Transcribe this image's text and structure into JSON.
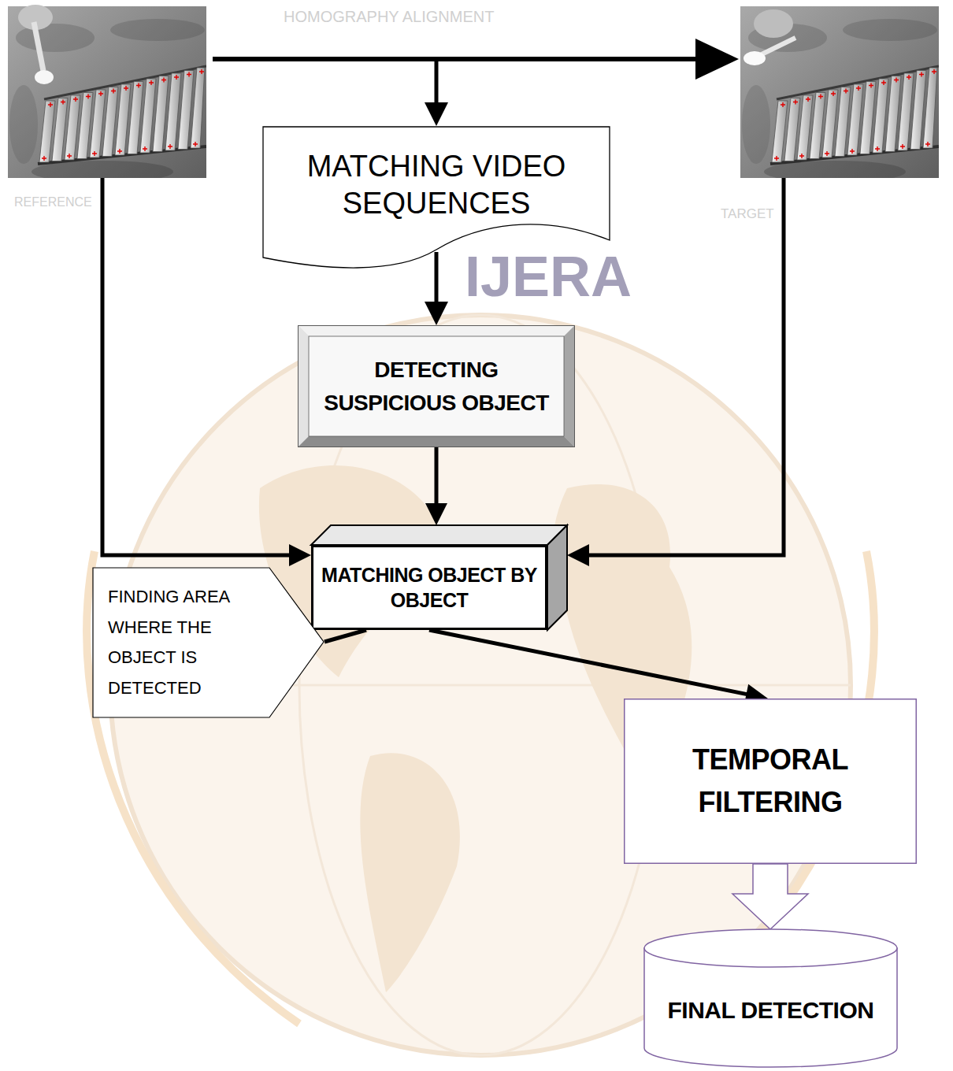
{
  "diagram": {
    "nodes": [
      {
        "text": [
          "REFERENCE"
        ]
      },
      {
        "text": [
          "TARGET"
        ]
      },
      {
        "text": [
          "MATCHING VIDEO SEQUENCES"
        ]
      },
      {
        "text": [
          "DETECTING SUSPICIOUS OBJECT"
        ]
      },
      {
        "text": [
          "MATCHING OBJECT BY OBJECT"
        ]
      },
      {
        "text": [
          "FINDING AREA WHERE THE OBJECT IS DETECTED"
        ]
      },
      {
        "text": [
          "TEMPORAL FILTERING"
        ]
      },
      {
        "text": [
          "FINAL DETECTION"
        ]
      }
    ],
    "edges": [
      {
        "from": 0,
        "to": 1,
        "arrow": "to",
        "label": "HOMOGRAPHY ALIGNMENT"
      },
      {
        "from": 0,
        "to": 2,
        "arrow": "to"
      },
      {
        "from": 2,
        "to": 3,
        "arrow": "to"
      },
      {
        "from": 3,
        "to": 4,
        "arrow": "to"
      },
      {
        "from": 0,
        "to": 4,
        "arrow": "to"
      },
      {
        "from": 1,
        "to": 4,
        "arrow": "to"
      },
      {
        "from": 5,
        "to": 4,
        "arrow": "none"
      },
      {
        "from": 4,
        "to": 6,
        "arrow": "to"
      },
      {
        "from": 6,
        "to": 7,
        "arrow": "to"
      }
    ],
    "labels": [
      "IJERA"
    ]
  }
}
